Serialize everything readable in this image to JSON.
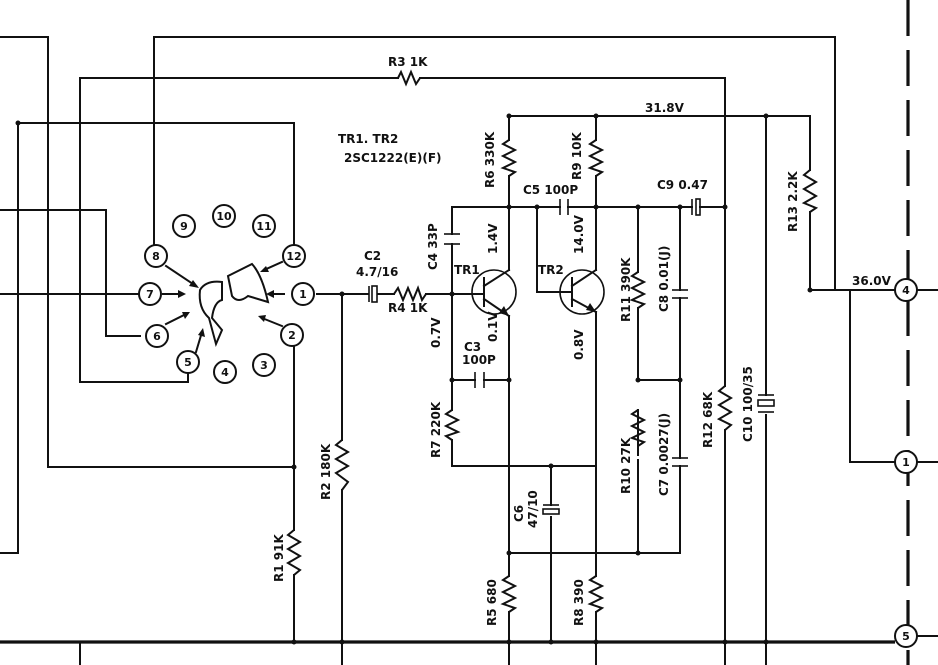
{
  "transistor_note": {
    "line1": "TR1. TR2",
    "line2": "2SC1222(E)(F)"
  },
  "supply_voltages": {
    "v31_8": "31.8V",
    "v36_0": "36.0V"
  },
  "terminals": {
    "t4": "4",
    "t1": "1",
    "t5": "5"
  },
  "switch_positions": [
    "1",
    "2",
    "3",
    "4",
    "5",
    "6",
    "7",
    "8",
    "9",
    "10",
    "11",
    "12"
  ],
  "components": {
    "R1": "R1 91K",
    "R2": "R2 180K",
    "R3": "R3 1K",
    "R4": "R4 1K",
    "R5": "R5 680",
    "R6": "R6 330K",
    "R7": "R7 220K",
    "R8": "R8 390",
    "R9": "R9 10K",
    "R10": "R10 27K",
    "R11": "R11 390K",
    "R12": "R12 68K",
    "R13": "R13 2.2K",
    "C2_name": "C2",
    "C2_value": "4.7/16",
    "C3_name": "C3",
    "C3_value": "100P",
    "C4": "C4 33P",
    "C5": "C5 100P",
    "C6_name": "C6",
    "C6_value": "47/10",
    "C7": "C7 0.0027(J)",
    "C8": "C8 0.01(J)",
    "C9": "C9 0.47",
    "C10": "C10 100/35"
  },
  "transistors": {
    "TR1": "TR1",
    "TR2": "TR2"
  },
  "node_voltages": {
    "tr1_collector": "1.4V",
    "tr1_emitter": "0.1V",
    "tr1_base": "0.7V",
    "tr2_collector": "14.0V",
    "tr2_emitter": "0.8V"
  }
}
